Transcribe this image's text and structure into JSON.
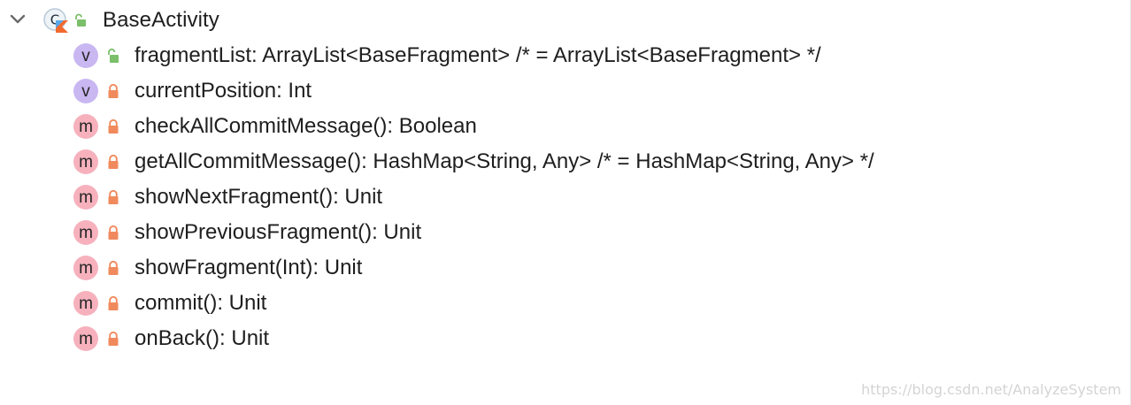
{
  "root": {
    "label": "BaseActivity",
    "class_icon_letter": "C",
    "icons": {
      "chevron": "chevron-down-icon",
      "class": "kotlin-class-icon",
      "visibility": "open-lock-icon"
    }
  },
  "members": [
    {
      "kind": "v",
      "visibility": "open-lock-icon",
      "label": "fragmentList: ArrayList<BaseFragment> /* = ArrayList<BaseFragment> */"
    },
    {
      "kind": "v",
      "visibility": "lock-icon",
      "label": "currentPosition: Int"
    },
    {
      "kind": "m",
      "visibility": "lock-icon",
      "label": "checkAllCommitMessage(): Boolean"
    },
    {
      "kind": "m",
      "visibility": "lock-icon",
      "label": "getAllCommitMessage(): HashMap<String, Any> /* = HashMap<String, Any> */"
    },
    {
      "kind": "m",
      "visibility": "lock-icon",
      "label": "showNextFragment(): Unit"
    },
    {
      "kind": "m",
      "visibility": "lock-icon",
      "label": "showPreviousFragment(): Unit"
    },
    {
      "kind": "m",
      "visibility": "lock-icon",
      "label": "showFragment(Int): Unit"
    },
    {
      "kind": "m",
      "visibility": "lock-icon",
      "label": "commit(): Unit"
    },
    {
      "kind": "m",
      "visibility": "lock-icon",
      "label": "onBack(): Unit"
    }
  ],
  "watermark": "https://blog.csdn.net/AnalyzeSystem",
  "colors": {
    "variable_badge": "#c9b7f2",
    "method_badge": "#f6b1bd",
    "private_lock": "#f08a5d",
    "open_lock": "#7bbf6a",
    "kotlin_blue": "#59a8e8",
    "kotlin_orange": "#f26a2e"
  }
}
